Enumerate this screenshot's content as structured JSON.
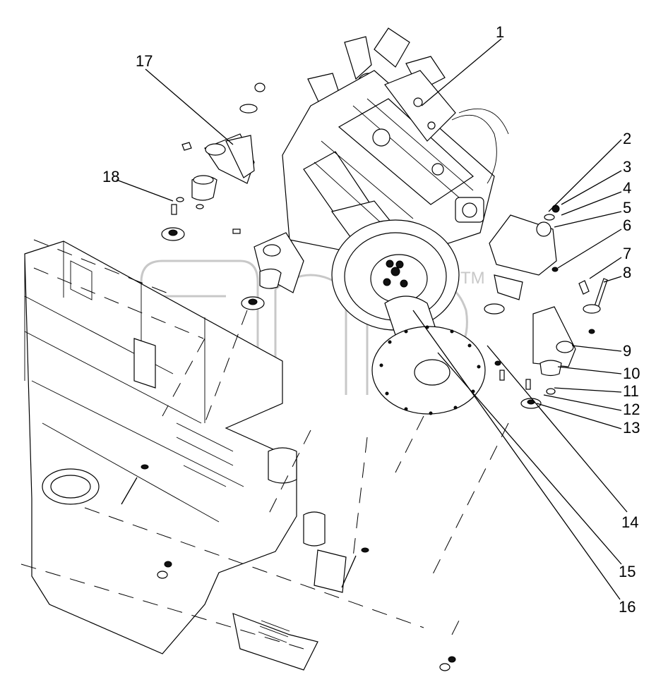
{
  "diagram": {
    "callouts": [
      {
        "id": "1",
        "label": "1"
      },
      {
        "id": "2",
        "label": "2"
      },
      {
        "id": "3",
        "label": "3"
      },
      {
        "id": "4",
        "label": "4"
      },
      {
        "id": "5",
        "label": "5"
      },
      {
        "id": "6",
        "label": "6"
      },
      {
        "id": "7",
        "label": "7"
      },
      {
        "id": "8",
        "label": "8"
      },
      {
        "id": "9",
        "label": "9"
      },
      {
        "id": "10",
        "label": "10"
      },
      {
        "id": "11",
        "label": "11"
      },
      {
        "id": "12",
        "label": "12"
      },
      {
        "id": "13",
        "label": "13"
      },
      {
        "id": "14",
        "label": "14"
      },
      {
        "id": "15",
        "label": "15"
      },
      {
        "id": "16",
        "label": "16"
      },
      {
        "id": "17",
        "label": "17"
      },
      {
        "id": "18",
        "label": "18"
      }
    ],
    "watermark": {
      "trademark": "TM"
    },
    "colors": {
      "ink": "#000000",
      "paper": "#ffffff",
      "watermark": "#c8c8c8"
    }
  }
}
